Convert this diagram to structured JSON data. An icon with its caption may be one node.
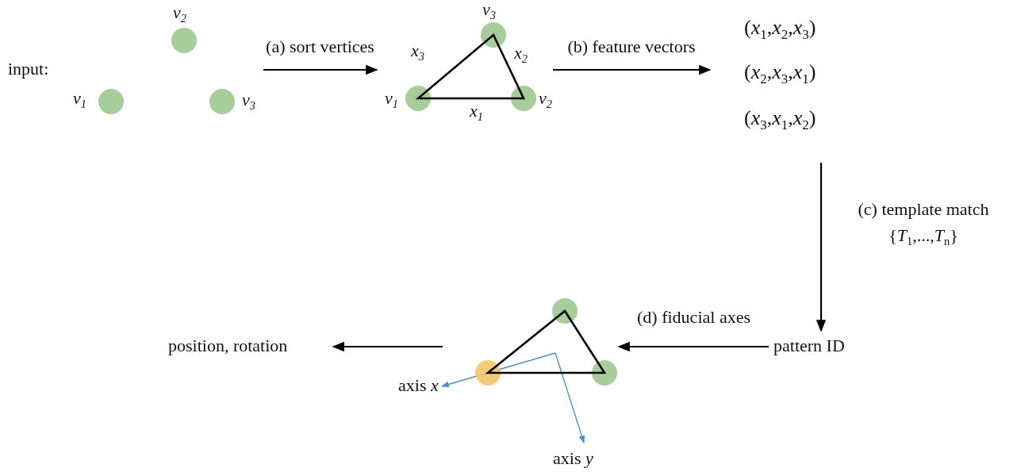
{
  "diagram": {
    "nodes": [
      {
        "text": [
          "input:",
          "v$_{2}$",
          "v$_{1}$",
          "v$_{3}$"
        ]
      },
      {
        "text": [
          "v$_{3}$",
          "x$_{3}$",
          "x$_{2}$",
          "v$_{1}$",
          "x$_{1}$",
          "v$_{2}$"
        ]
      },
      {
        "text": [
          "(*x*$_{1}$,*x*$_{2}$,*x*$_{3}$)",
          "(*x*$_{2}$,*x*$_{3}$,*x*$_{1}$)",
          "(*x*$_{3}$,*x*$_{1}$,*x*$_{2}$)"
        ]
      },
      {
        "text": [
          "pattern ID"
        ]
      },
      {
        "text": [],
        "shape": "triangle"
      },
      {
        "text": [
          "position, rotation"
        ]
      }
    ],
    "edges": [
      {
        "from": 0,
        "to": 1,
        "arrow": "to",
        "label": "(a) sort vertices"
      },
      {
        "from": 1,
        "to": 2,
        "arrow": "to",
        "label": "(b) feature vectors"
      },
      {
        "from": 2,
        "to": 3,
        "arrow": "to",
        "label": "(c) template match {*T*$_{1}$,...,*T*$_{n}$}"
      },
      {
        "from": 3,
        "to": 4,
        "arrow": "to",
        "label": "(d) fiducial axes"
      },
      {
        "from": 4,
        "to": 5,
        "arrow": "to"
      }
    ],
    "labels": [
      "axis *x*",
      "axis *y*"
    ]
  }
}
